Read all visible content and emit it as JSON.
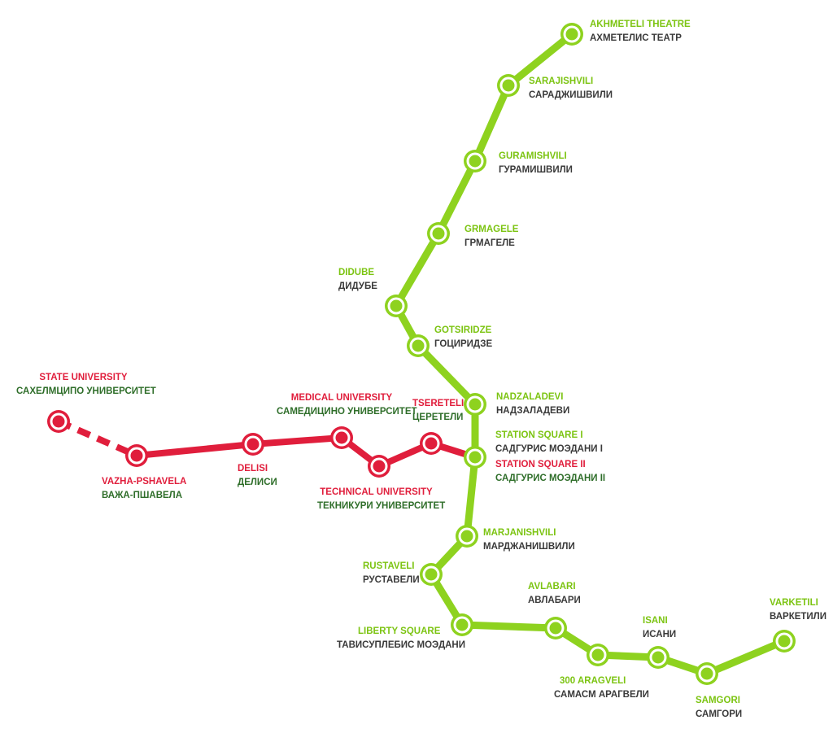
{
  "colors": {
    "green_line": "#8ed21f",
    "green_line_dark": "#6bb00f",
    "red_line": "#e01e3c",
    "green_label": "#7cc412",
    "red_label": "#e01e3c",
    "green_cyrillic": "#2f6e2a",
    "dark_cyrillic": "#3a3a3a"
  },
  "lines": {
    "green": {
      "stations": [
        {
          "id": "akhmeteli",
          "name": "AKHMETELI THEATRE",
          "name_ru": "АХМЕТЕЛИС ТЕАТР"
        },
        {
          "id": "sarajishvili",
          "name": "SARAJISHVILI",
          "name_ru": "САРАДЖИШВИЛИ"
        },
        {
          "id": "guramishvili",
          "name": "GURAMISHVILI",
          "name_ru": "ГУРАМИШВИЛИ"
        },
        {
          "id": "grmagele",
          "name": "GRMAGELE",
          "name_ru": "ГРМАГЕЛЕ"
        },
        {
          "id": "didube",
          "name": "DIDUBE",
          "name_ru": "ДИДУБЕ"
        },
        {
          "id": "gotsiridze",
          "name": "GOTSIRIDZE",
          "name_ru": "ГОЦИРИДЗЕ"
        },
        {
          "id": "nadzaladevi",
          "name": "NADZALADEVI",
          "name_ru": "НАДЗАЛАДЕВИ"
        },
        {
          "id": "station_square_1",
          "name": "STATION SQUARE I",
          "name_ru": "САДГУРИС МОЭДАНИ I"
        },
        {
          "id": "marjanishvili",
          "name": "MARJANISHVILI",
          "name_ru": "МАРДЖАНИШВИЛИ"
        },
        {
          "id": "rustaveli",
          "name": "RUSTAVELI",
          "name_ru": "РУСТАВЕЛИ"
        },
        {
          "id": "liberty_square",
          "name": "LIBERTY SQUARE",
          "name_ru": "ТАВИСУПЛЕБИС МОЭДАНИ"
        },
        {
          "id": "avlabari",
          "name": "AVLABARI",
          "name_ru": "АВЛАБАРИ"
        },
        {
          "id": "300_aragveli",
          "name": "300 ARAGVELI",
          "name_ru": "САМАСМ АРАГВЕЛИ"
        },
        {
          "id": "isani",
          "name": "ISANI",
          "name_ru": "ИСАНИ"
        },
        {
          "id": "samgori",
          "name": "SAMGORI",
          "name_ru": "САМГОРИ"
        },
        {
          "id": "varketili",
          "name": "VARKETILI",
          "name_ru": "ВАРКЕТИЛИ"
        }
      ]
    },
    "red": {
      "stations": [
        {
          "id": "state_university",
          "name": "STATE UNIVERSITY",
          "name_ru": "САХЕЛМЦИПО УНИВЕРСИТЕТ"
        },
        {
          "id": "vazha_pshavela",
          "name": "VAZHA-PSHAVELA",
          "name_ru": "ВАЖА-ПШАВЕЛА"
        },
        {
          "id": "delisi",
          "name": "DELISI",
          "name_ru": "ДЕЛИСИ"
        },
        {
          "id": "medical_university",
          "name": "MEDICAL UNIVERSITY",
          "name_ru": "САМЕДИЦИНО УНИВЕРСИТЕТ"
        },
        {
          "id": "technical_university",
          "name": "TECHNICAL UNIVERSITY",
          "name_ru": "ТЕКНИКУРИ УНИВЕРСИТЕТ"
        },
        {
          "id": "tsereteli",
          "name": "TSERETELI",
          "name_ru": "ЦЕРЕТЕЛИ"
        },
        {
          "id": "station_square_2",
          "name": "STATION SQUARE II",
          "name_ru": "САДГУРИС МОЭДАНИ II"
        }
      ]
    }
  }
}
